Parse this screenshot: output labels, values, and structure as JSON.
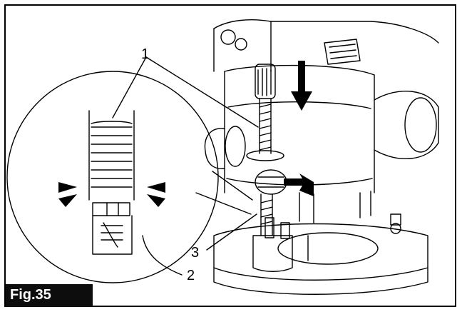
{
  "figure": {
    "label": "Fig.35",
    "callouts": [
      "1",
      "2",
      "3"
    ]
  },
  "colors": {
    "line": "#000000",
    "label_bg": "#0d0d0d",
    "label_text": "#ffffff",
    "background": "#ffffff"
  },
  "icons": [
    "push-down-arrow-icon",
    "push-in-arrow-icon",
    "flush-indicator-marks-icon"
  ]
}
